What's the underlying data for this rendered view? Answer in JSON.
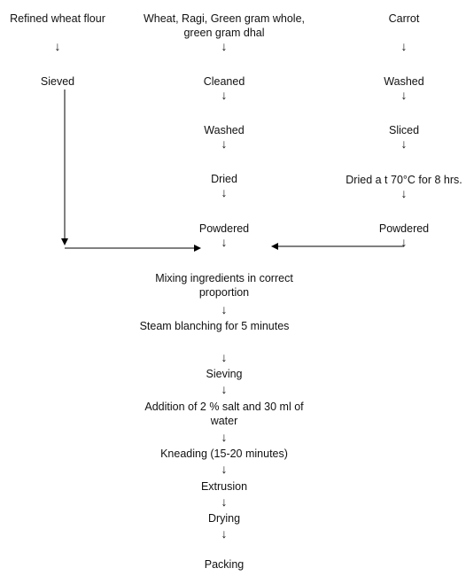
{
  "columns": {
    "left": {
      "title": "Refined wheat flour",
      "steps": [
        "Sieved"
      ]
    },
    "middle": {
      "title": "Wheat, Ragi, Green  gram whole, green gram dhal",
      "steps": [
        "Cleaned",
        "Washed",
        "Dried",
        "Powdered"
      ]
    },
    "right": {
      "title": "Carrot",
      "steps": [
        "Washed",
        "Sliced",
        "Dried a t 70°C for 8 hrs.",
        "Powdered"
      ]
    }
  },
  "process": [
    "Mixing ingredients in correct proportion",
    "Steam blanching for 5 minutes",
    "Sieving",
    "Addition of 2 % salt and 30 ml of water",
    "Kneading (15-20 minutes)",
    "Extrusion",
    "Drying",
    "Packing"
  ],
  "arrow_glyph": "↓",
  "colors": {
    "text": "#111111",
    "line": "#000000"
  }
}
